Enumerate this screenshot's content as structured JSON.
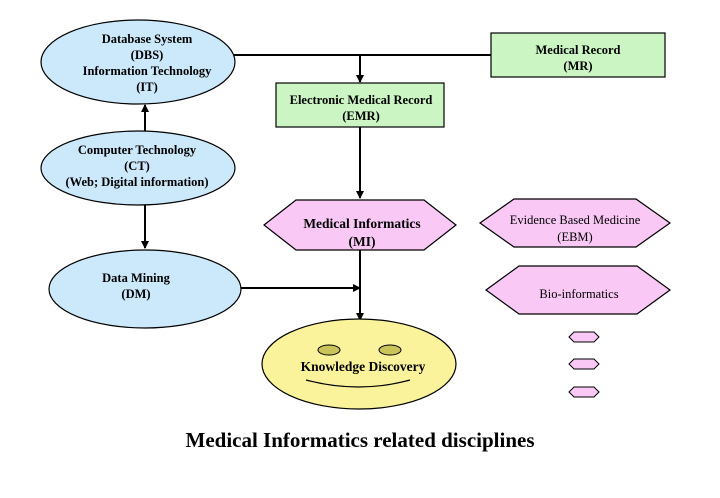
{
  "diagram": {
    "title": "Medical Informatics related disciplines",
    "nodes": {
      "dbs": {
        "lines": [
          "Database System",
          "(DBS)",
          "Information Technology",
          "(IT)"
        ]
      },
      "ct": {
        "lines": [
          "Computer Technology",
          "(CT)",
          "(Web; Digital information)"
        ]
      },
      "dm": {
        "lines": [
          "Data Mining",
          "(DM)"
        ]
      },
      "mr": {
        "lines": [
          "Medical Record",
          "(MR)"
        ]
      },
      "emr": {
        "lines": [
          "Electronic Medical Record",
          "(EMR)"
        ]
      },
      "mi": {
        "lines": [
          "Medical Informatics",
          "(MI)"
        ]
      },
      "ebm": {
        "lines": [
          "Evidence Based Medicine",
          "(EBM)"
        ]
      },
      "bio": {
        "lines": [
          "Bio-informatics"
        ]
      },
      "kd": {
        "lines": [
          "Knowledge Discovery"
        ]
      }
    },
    "colors": {
      "ellipse_fill": "#cce8fb",
      "box_fill": "#ccf5c4",
      "hexagon_fill": "#f9c8f5",
      "smiley_fill": "#fbf39b",
      "eye_fill": "#c9c35a",
      "line": "#000000"
    }
  }
}
